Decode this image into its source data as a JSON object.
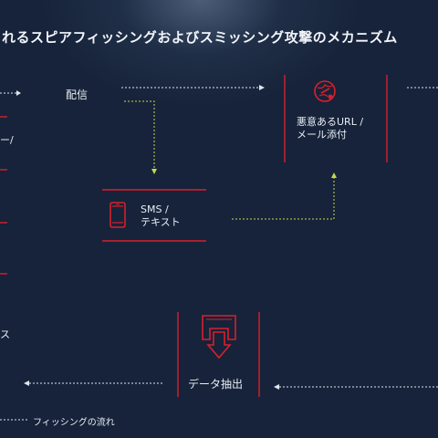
{
  "title": "れるスピアフィッシングおよびスミッシング攻撃のメカニズム",
  "labels": {
    "delivery": "配信",
    "partial_slash": "ー/",
    "partial_su": "ス"
  },
  "nodes": {
    "sms": {
      "line1": "SMS /",
      "line2": "テキスト",
      "icon": "smartphone-icon"
    },
    "url": {
      "line1": "悪意あるURL /",
      "line2": "メール添付",
      "icon": "globe-link-icon"
    },
    "extract": {
      "label": "データ抽出",
      "icon": "data-extract-icon"
    }
  },
  "legend": {
    "label": "フィッシングの流れ"
  },
  "colors": {
    "background": "#16233a",
    "accent": "#d8202c",
    "flow_yellow": "#c8d84a",
    "flow_white": "#dfe6ef"
  }
}
